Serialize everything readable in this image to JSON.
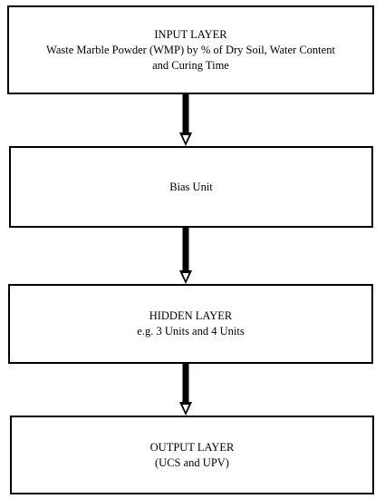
{
  "input_layer": {
    "title": "INPUT LAYER",
    "line1": "Waste Marble Powder (WMP) by % of Dry Soil, Water Content",
    "line2": "and Curing Time"
  },
  "bias_unit": {
    "label": "Bias Unit"
  },
  "hidden_layer": {
    "title": "HIDDEN LAYER",
    "line1": "e.g. 3 Units and 4 Units"
  },
  "output_layer": {
    "title": "OUTPUT LAYER",
    "line1": "(UCS and UPV)"
  },
  "colors": {
    "stroke": "#000000",
    "background": "#ffffff"
  }
}
